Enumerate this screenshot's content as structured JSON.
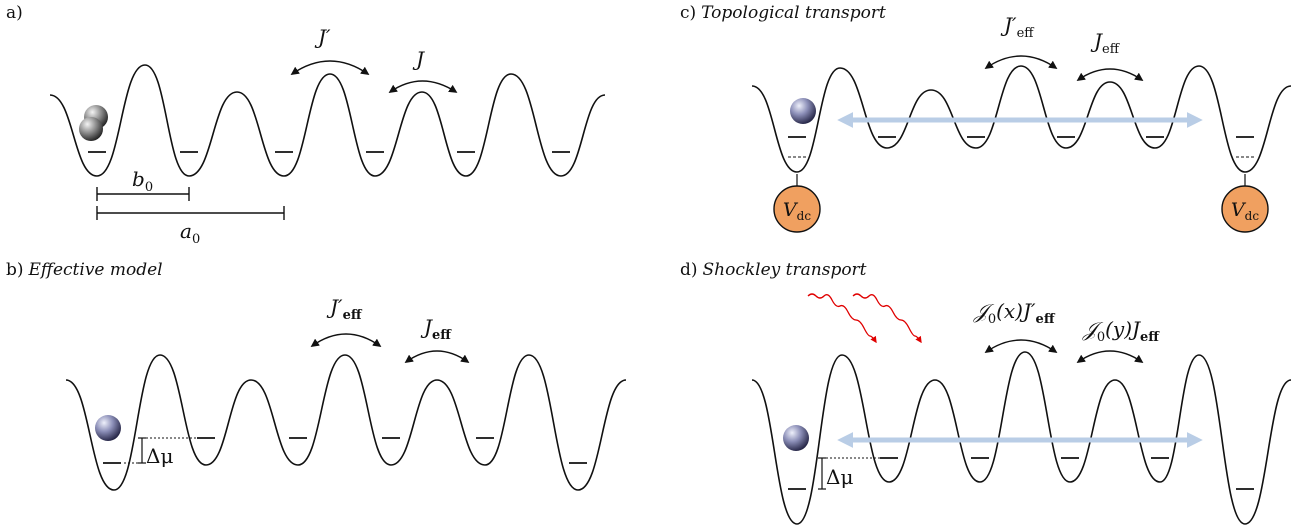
{
  "colors": {
    "line": "#111111",
    "reservoir_fill": "#f0a060",
    "transport_arrow": "#b9cde6",
    "photon": "#e00000",
    "atom_dark": "#2b2b4a",
    "atom_light": "#c9cce0",
    "atom_gray_dark": "#2a2a2a",
    "atom_gray_light": "#d8d8d8"
  },
  "panels": {
    "a": {
      "label": "a)",
      "title": "",
      "hop_inter": "J′",
      "hop_intra": "J",
      "b0": "b",
      "b0_sub": "0",
      "a0": "a",
      "a0_sub": "0",
      "atom_icon": "dimer-atom-icon"
    },
    "b": {
      "label": "b)",
      "title": "Effective model",
      "hop_inter_main": "J′",
      "hop_inter_sub": "eff",
      "hop_intra_main": "J",
      "hop_intra_sub": "eff",
      "offset": "Δμ",
      "atom_icon": "atom-sphere-icon"
    },
    "c": {
      "label": "c)",
      "title": "Topological transport",
      "hop_inter_main": "J′",
      "hop_inter_sub": "eff",
      "hop_intra_main": "J",
      "hop_intra_sub": "eff",
      "reservoir_main": "V",
      "reservoir_sub": "dc",
      "atom_icon": "atom-sphere-icon"
    },
    "d": {
      "label": "d)",
      "title": "Shockley transport",
      "hop_inter_main": "𝒥",
      "hop_inter_mid": "(x)J′",
      "hop_inter_zero": "0",
      "hop_inter_sub": "eff",
      "hop_intra_main": "𝒥",
      "hop_intra_mid": "(y)J",
      "hop_intra_zero": "0",
      "hop_intra_sub": "eff",
      "offset": "Δμ",
      "atom_icon": "atom-sphere-icon"
    }
  }
}
